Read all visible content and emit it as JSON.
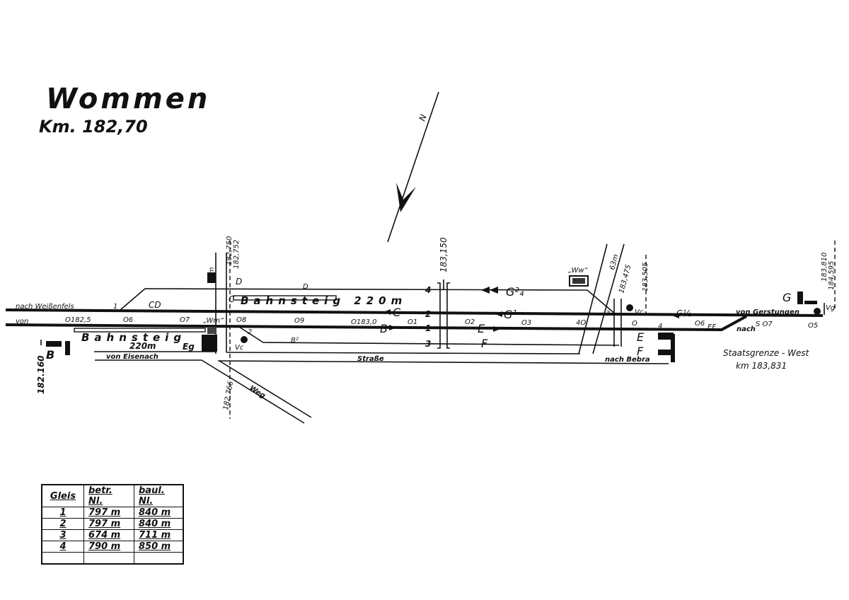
{
  "title": "Wommen",
  "km": "Km. 182,70",
  "north": "N",
  "labels": {
    "nach_weissenfels": "nach Weißenfels",
    "von": "von",
    "km182_5": "O182,5",
    "s6": "O6",
    "s7": "O7",
    "wm": "„Wm“",
    "s8": "O8",
    "s9": "O9",
    "km183_0": "O183,0",
    "s1": "O1",
    "s2": "O2",
    "s3": "O3",
    "s4": "4O",
    "s5b": "O",
    "bahnsteig_top": "Bahnsteig 220m",
    "bahnsteig_bottom": "Bahnsteig",
    "bahnsteig_bottom_len": "220m",
    "eg": "Eg",
    "b": "B",
    "km182_160": "182.160",
    "km182_750": "182,750",
    "km182_752": "182,752",
    "km182_766": "182,766",
    "km183_150": "183,150",
    "km183_475": "183,475",
    "km183_505": "183,505",
    "km183_810": "183,810",
    "km184_595": "184,595",
    "m63_left": "63m",
    "m63_right": "63m",
    "von_eisenach": "von Eisenach",
    "strasse": "Straße",
    "weg": "Weg",
    "nach_bebra": "nach Bebra",
    "ww": "„Ww“",
    "vc_left": "Vc",
    "vc_right": "Vc",
    "vg": "Vg",
    "von_gerstungen": "von Gerstungen",
    "nach": "nach",
    "g": "G",
    "s_07": "S O7",
    "s_05": "O5",
    "o6_ef": "O6",
    "ef": "EF",
    "cd": "CD",
    "c": "C",
    "d_top": "D",
    "d_sig": "D",
    "c_sig": "C",
    "b2": "B²",
    "b_arrow": "B",
    "e_arrow": "E",
    "f_arrow": "F",
    "g1": "G¹",
    "g24": "G²₄",
    "g12": "G½",
    "e1": "E",
    "f1": "F",
    "track1": "1",
    "track2": "2",
    "track3": "3",
    "track4": "4",
    "sw1": "1",
    "sw2": "2",
    "sw3": "3",
    "sw4": "4",
    "staatsgrenze": "Staatsgrenze - West",
    "staatsgrenze_km": "km  183,831"
  },
  "table": {
    "headers": [
      "Gleis",
      "betr. Nl.",
      "baul. Nl."
    ],
    "rows": [
      [
        "1",
        "797 m",
        "840 m"
      ],
      [
        "2",
        "797 m",
        "840 m"
      ],
      [
        "3",
        "674 m",
        "711 m"
      ],
      [
        "4",
        "790 m",
        "850 m"
      ],
      [
        "",
        "",
        ""
      ]
    ]
  }
}
